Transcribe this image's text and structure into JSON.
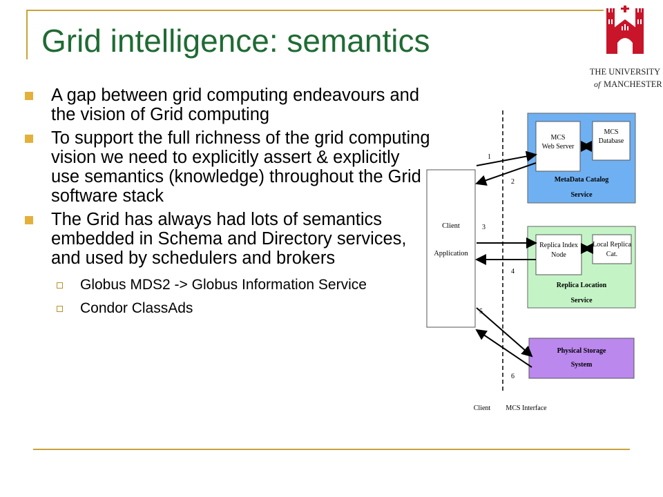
{
  "slide": {
    "title": "Grid intelligence: semantics",
    "bullets": [
      "A gap between grid computing endeavours and the vision of Grid computing",
      "To support the full richness of the grid computing vision we need to explicitly assert & explicitly use semantics (knowledge) throughout the Grid software stack",
      "The Grid has always had lots of semantics embedded in Schema and Directory services, and used by schedulers and brokers"
    ],
    "sub_bullets": [
      "Globus MDS2 -> Globus Information Service",
      "Condor ClassAds"
    ]
  },
  "logo": {
    "line1": "THE UNIVERSITY",
    "line2_of": "of",
    "line2_name": "MANCHESTER"
  },
  "diagram": {
    "client_box": [
      "Client",
      "Application"
    ],
    "mcs_web_server": [
      "MCS",
      "Web Server"
    ],
    "mcs_database": [
      "MCS",
      "Database"
    ],
    "metadata_service": [
      "MetaData Catalog",
      "Service"
    ],
    "replica_index": [
      "Replica Index",
      "Node"
    ],
    "local_replica": [
      "Local Replica",
      "Cat."
    ],
    "replica_service": [
      "Replica Location",
      "Service"
    ],
    "physical_storage": [
      "Physical Storage",
      "System"
    ],
    "arrow_labels": [
      "1",
      "2",
      "3",
      "4",
      "5",
      "6"
    ],
    "footer_client": "Client",
    "footer_interface": "MCS Interface"
  },
  "colors": {
    "title": "#1f6b33",
    "accent": "#c8a23b",
    "bullet": "#e3b13b",
    "blue_service": "#6fb0f2",
    "green_service": "#c4f4c6",
    "purple_service": "#bb88ee",
    "logo_red": "#c8152a"
  }
}
